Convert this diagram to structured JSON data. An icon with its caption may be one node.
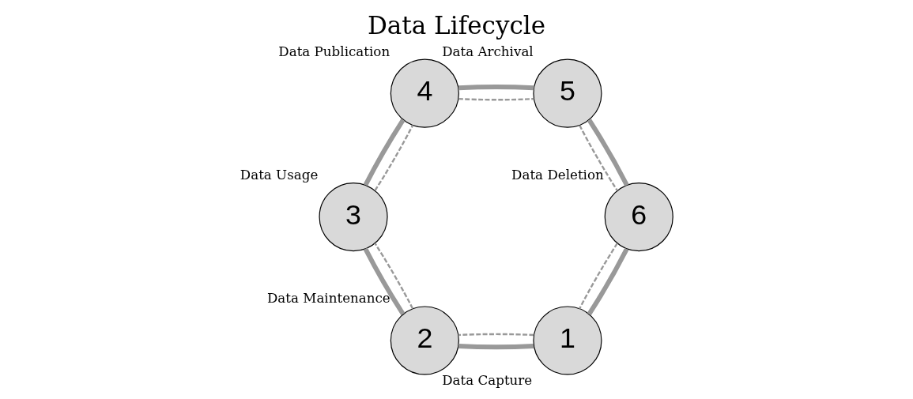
{
  "diagram": {
    "title": "Data Lifecycle",
    "nodes": [
      {
        "text": [
          "1"
        ],
        "beside": [
          "Data Capture"
        ]
      },
      {
        "text": [
          "2"
        ],
        "beside": [
          "Data Maintenance"
        ]
      },
      {
        "text": [
          "3"
        ],
        "beside": [
          "Data Usage"
        ]
      },
      {
        "text": [
          "4"
        ],
        "beside": [
          "Data Publication"
        ]
      },
      {
        "text": [
          "5"
        ],
        "beside": [
          "Data Archival"
        ]
      },
      {
        "text": [
          "6"
        ],
        "beside": [
          "Data Deletion"
        ]
      }
    ],
    "edges": [
      {
        "from": 0,
        "to": 1,
        "arrow": "none",
        "style": "thick"
      },
      {
        "from": 1,
        "to": 2,
        "arrow": "none",
        "style": "thick"
      },
      {
        "from": 2,
        "to": 3,
        "arrow": "none",
        "style": "thick"
      },
      {
        "from": 3,
        "to": 4,
        "arrow": "none",
        "style": "thick"
      },
      {
        "from": 4,
        "to": 5,
        "arrow": "none",
        "style": "thick"
      },
      {
        "from": 5,
        "to": 0,
        "arrow": "none",
        "style": "thick"
      },
      {
        "from": 0,
        "to": 1,
        "arrow": "none",
        "style": "dashed"
      },
      {
        "from": 1,
        "to": 2,
        "arrow": "none",
        "style": "dashed"
      },
      {
        "from": 2,
        "to": 3,
        "arrow": "none",
        "style": "dashed"
      },
      {
        "from": 3,
        "to": 4,
        "arrow": "none",
        "style": "dashed"
      },
      {
        "from": 4,
        "to": 5,
        "arrow": "none",
        "style": "dashed"
      },
      {
        "from": 5,
        "to": 0,
        "arrow": "none",
        "style": "dashed"
      }
    ]
  }
}
